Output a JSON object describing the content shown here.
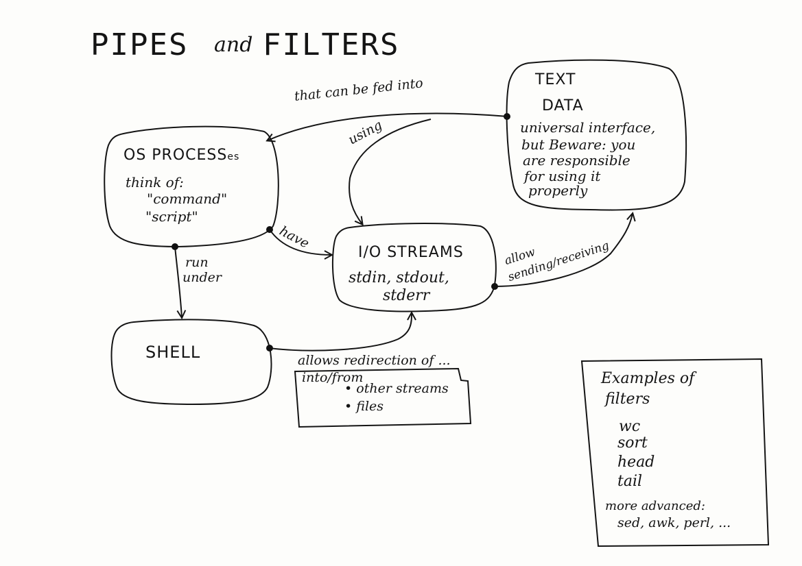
{
  "title": {
    "main1": "PIPES",
    "and": "and",
    "main2": "FILTERS"
  },
  "nodes": {
    "text_data": {
      "title1": "TEXT",
      "title2": "DATA",
      "body": [
        "universal interface,",
        "but Beware: you",
        "are responsible",
        "for using it",
        "properly"
      ]
    },
    "os_processes": {
      "title": "OS PROCESS",
      "suffix": "es",
      "body": [
        "think of:",
        "\"command\"",
        "\"script\""
      ]
    },
    "io_streams": {
      "title": "I/O STREAMS",
      "body": [
        "stdin, stdout,",
        "stderr"
      ]
    },
    "shell": {
      "title": "SHELL"
    }
  },
  "edges": {
    "fed_into": "that can be fed into",
    "using": "using",
    "have": "have",
    "run_under": [
      "run",
      "under"
    ],
    "allow": "allow",
    "sending": "sending/receiving",
    "redirection": "allows redirection of ..."
  },
  "redirection_box": {
    "heading": "into/from",
    "items": [
      "other streams",
      "files"
    ]
  },
  "filters_box": {
    "heading": [
      "Examples of",
      "filters"
    ],
    "items": [
      "wc",
      "sort",
      "head",
      "tail"
    ],
    "advanced_heading": "more advanced:",
    "advanced_items": "sed, awk, perl, ..."
  },
  "colors": {
    "ink": "#141414",
    "paper": "#fdfdfb"
  }
}
